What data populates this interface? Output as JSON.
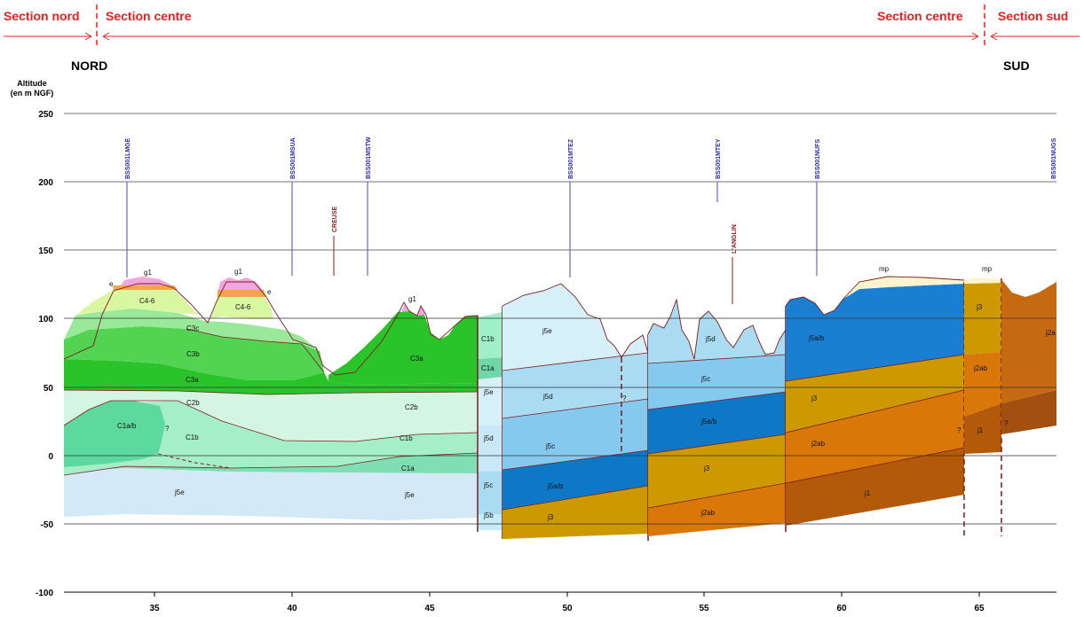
{
  "header": {
    "section_nord": "Section nord",
    "section_centre_left": "Section centre",
    "section_centre_right": "Section centre",
    "section_sud": "Section sud"
  },
  "sides": {
    "north": "NORD",
    "south": "SUD"
  },
  "axis": {
    "y_title_1": "Altitude",
    "y_title_2": "(en m NGF)",
    "y_ticks": [
      "250",
      "200",
      "150",
      "100",
      "50",
      "0",
      "-50",
      "-100"
    ],
    "x_ticks": [
      "35",
      "40",
      "45",
      "50",
      "55",
      "60",
      "65"
    ]
  },
  "wells": [
    "BSS001LMGE",
    "BSS001MSUA",
    "BSS001MSTW",
    "BSS001MTEZ",
    "BSS001MTEY",
    "BSS001NUFS",
    "BSS001NUGS"
  ],
  "rivers": [
    "CREUSE",
    "L'ANGLIN"
  ],
  "layer_labels": {
    "g1_a": "g1",
    "g1_b": "g1",
    "g1_c": "g1",
    "e_a": "e",
    "e_b": "e",
    "c46_a": "C4-6",
    "c46_b": "C4-6",
    "c3c": "C3c",
    "c3b": "C3b",
    "c3a_n": "C3a",
    "c3a_h": "C3a",
    "c2b_l": "C2b",
    "c2b_r": "C2b",
    "c1ab": "C1a/b",
    "c1b_n": "C1b",
    "c1b_r": "C1b",
    "c1a_r": "C1a",
    "j5e_l": "j5e",
    "j5e_r": "j5e",
    "q1": "?",
    "f1_c1b": "C1b",
    "f1_c1a": "C1a",
    "f1_j5e": "j5e",
    "f1_j5d": "j5d",
    "f1_j5c": "j5c",
    "f1_j5b": "j5b",
    "f2_j5e": "j5e",
    "f2_j5d": "j5d",
    "f2_j5c": "j5c",
    "f2_j5ab": "j5a/b",
    "f2_j3": "j3",
    "q2": "?",
    "f3_j5d": "j5d",
    "f3_j5c": "j5c",
    "f3_j5ab": "j5a/b",
    "f3_j3": "j3",
    "f3_j2ab": "j2ab",
    "f4_j5ab": "j5a/b",
    "f4_j3": "j3",
    "f4_j2ab": "j2ab",
    "f4_j1": "j1",
    "f4_mp": "mp",
    "f5_mp": "mp",
    "f5_j3": "j3",
    "f5_j2ab": "j2ab",
    "f5_j1": "j1",
    "q3": "?",
    "q4": "?",
    "f6_j2a": "j2a"
  }
}
